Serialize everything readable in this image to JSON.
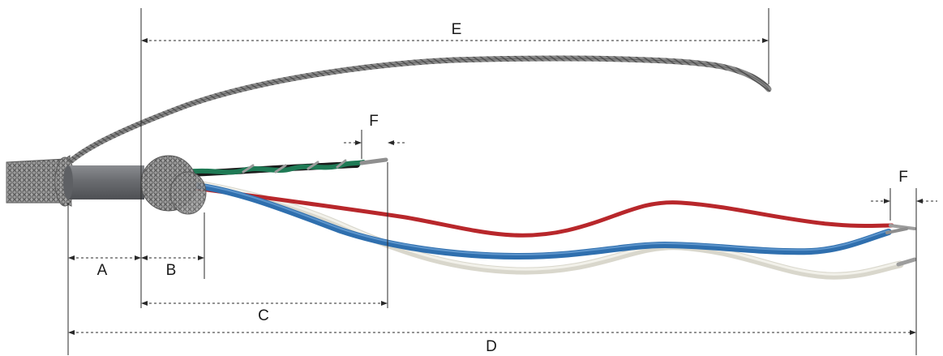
{
  "diagram": {
    "dimension_labels": {
      "a": "A",
      "b": "B",
      "c": "C",
      "d": "D",
      "e": "E",
      "f_top": "F",
      "f_right": "F"
    },
    "colors": {
      "braid": "#8f8f8f",
      "jacket": "#6d6f73",
      "wire_red": "#b8272b",
      "wire_blue": "#2f6fae",
      "wire_white": "#e3e1d6",
      "wire_green": "#1f7a55",
      "wire_black": "#1b1b1b",
      "drain": "#707070",
      "dimension_line": "#2a2a2a"
    }
  }
}
